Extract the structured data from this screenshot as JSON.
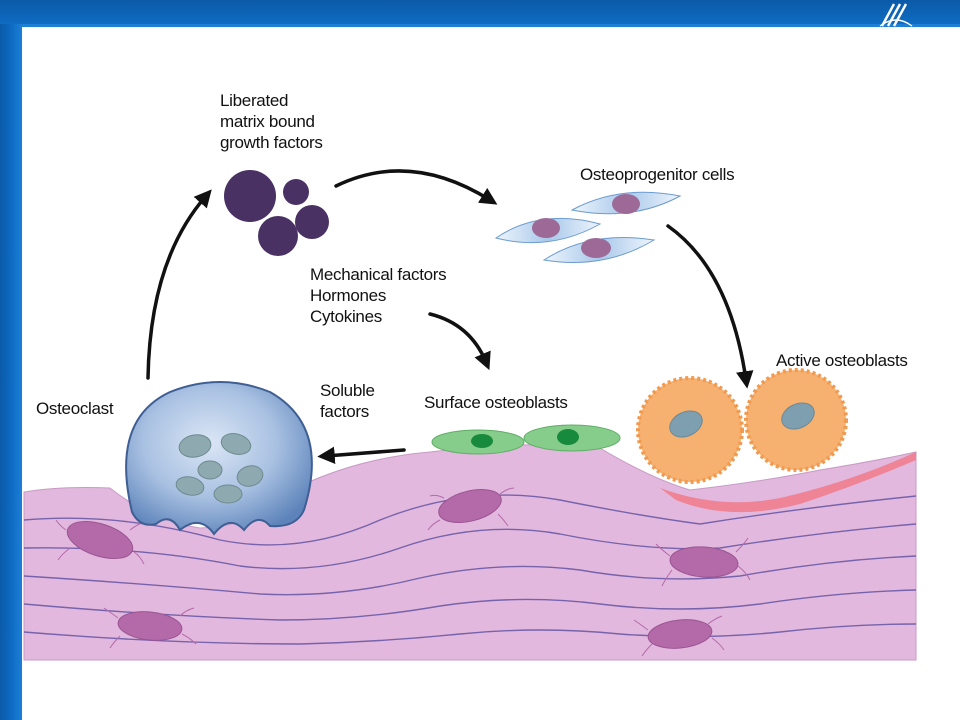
{
  "labels": {
    "growth_factors": [
      "Liberated",
      "matrix bound",
      "growth factors"
    ],
    "osteoprogenitor": "Osteoprogenitor cells",
    "mechanical": [
      "Mechanical factors",
      "Hormones",
      "Cytokines"
    ],
    "active_osteoblasts": "Active osteoblasts",
    "osteoclast": "Osteoclast",
    "soluble": [
      "Soluble",
      "factors"
    ],
    "surface_osteoblasts": "Surface osteoblasts"
  },
  "colors": {
    "frame_blue": "#0e6cc4",
    "bone_matrix": "#e2b8de",
    "osteocyte": "#b46aa8",
    "growth_factor": "#4a3164",
    "osteoclast": "#7a9ccc",
    "osteoblast_active": "#f6b070",
    "osteoid": "#f07a8a",
    "surface_osteoblast": "#86cc8a",
    "osteoprogenitor": "#b8d4ee"
  },
  "logo": "brand-logo"
}
